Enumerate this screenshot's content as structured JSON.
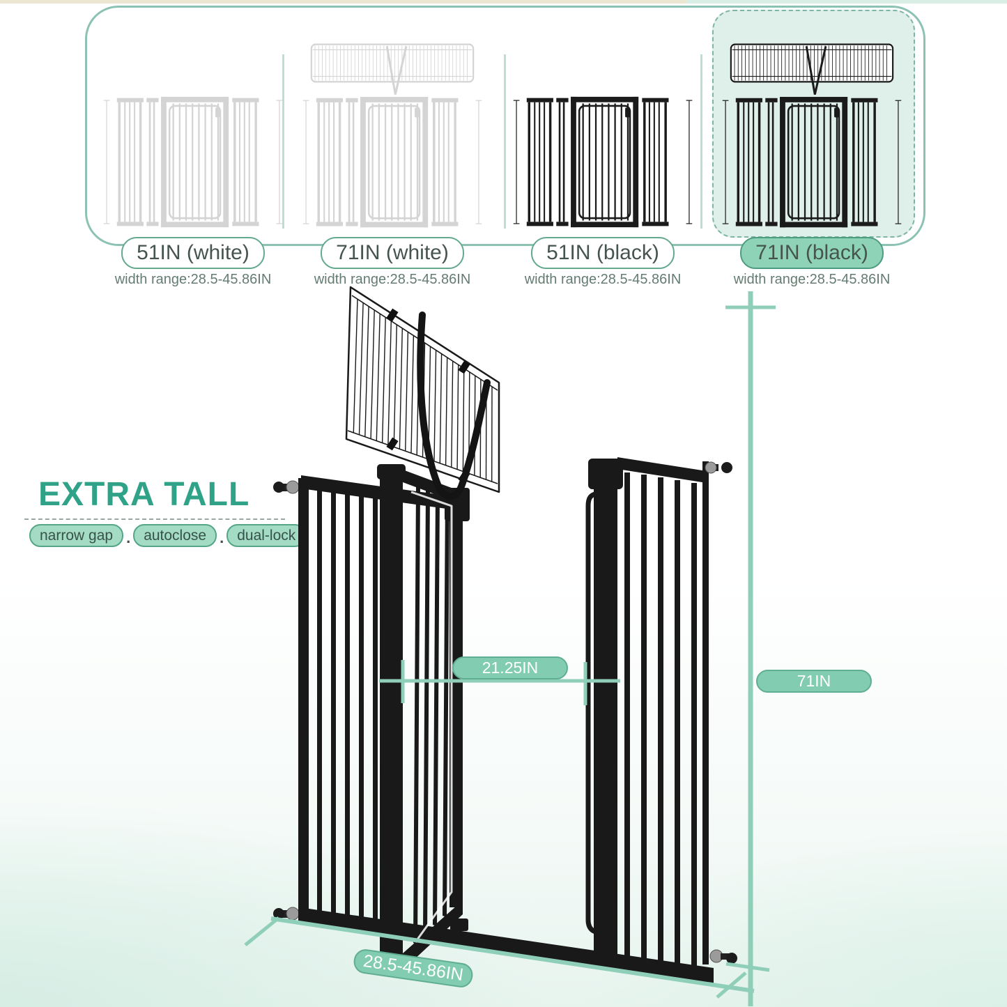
{
  "top_strip": {
    "left_color": "#eae6d2",
    "right_color": "#d9eee4"
  },
  "selector": {
    "variants": [
      {
        "label": "51IN (white)",
        "width_range": "width range:28.5-45.86IN",
        "color": "white",
        "extension": false,
        "selected": false
      },
      {
        "label": "71IN (white)",
        "width_range": "width range:28.5-45.86IN",
        "color": "white",
        "extension": true,
        "selected": false
      },
      {
        "label": "51IN (black)",
        "width_range": "width range:28.5-45.86IN",
        "color": "black",
        "extension": false,
        "selected": false
      },
      {
        "label": "71IN (black)",
        "width_range": "width range:28.5-45.86IN",
        "color": "black",
        "extension": true,
        "selected": true
      }
    ]
  },
  "features": {
    "title": "EXTRA TALL",
    "separator": ".",
    "badges": [
      {
        "label": "narrow gap"
      },
      {
        "label": "autoclose"
      },
      {
        "label": "dual-lock"
      }
    ]
  },
  "measurements": {
    "door_width": "21.25IN",
    "total_height": "71IN",
    "width_range": "28.5-45.86IN"
  },
  "colors": {
    "accent_green": "#2fa287",
    "teal_line": "#8fcfb9",
    "measure_pill_fill": "#82ccb2",
    "measure_pill_border": "#5fae92",
    "selected_pill_fill": "#8ed3b8",
    "selected_pill_border": "#4d9c80",
    "highlight_panel_bg": "#dfefe9",
    "container_border": "#8cc2b4",
    "badge_fill": "#a3dbc5",
    "badge_border": "#55a588",
    "gate_black": "#1b1b1b",
    "gate_white": "#d4d4d4"
  }
}
